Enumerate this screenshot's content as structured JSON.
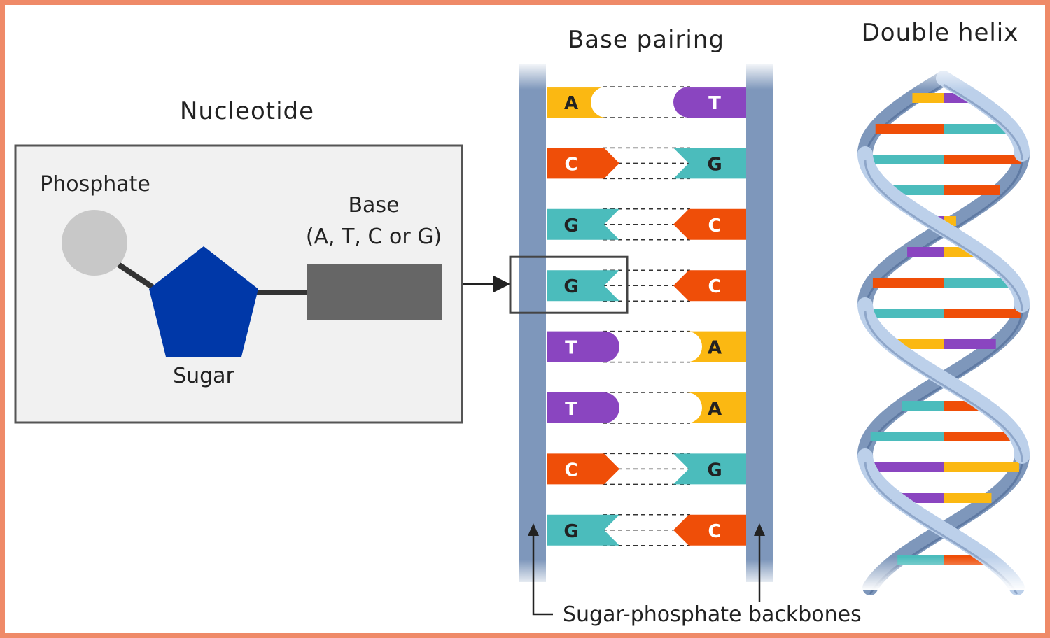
{
  "titles": {
    "nucleotide": "Nucleotide",
    "base_pairing": "Base pairing",
    "double_helix": "Double helix"
  },
  "nucleotide": {
    "phosphate_label": "Phosphate",
    "base_label_line1": "Base",
    "base_label_line2": "(A, T, C or G)",
    "sugar_label": "Sugar"
  },
  "backbone_label": "Sugar-phosphate backbones",
  "colors": {
    "A": "#fbb812",
    "T": "#8a45c0",
    "C": "#ef4e08",
    "G": "#4bbcbc",
    "backbone": "#7e97bb",
    "sugar": "#0038a8",
    "base_block": "#666666",
    "phosphate": "#c8c8c8",
    "frame": "#ef8a68"
  },
  "pairs": [
    {
      "left": "A",
      "right": "T"
    },
    {
      "left": "C",
      "right": "G"
    },
    {
      "left": "G",
      "right": "C"
    },
    {
      "left": "G",
      "right": "C"
    },
    {
      "left": "T",
      "right": "A"
    },
    {
      "left": "T",
      "right": "A"
    },
    {
      "left": "C",
      "right": "G"
    },
    {
      "left": "G",
      "right": "C"
    }
  ],
  "highlighted_pair_index": 3
}
